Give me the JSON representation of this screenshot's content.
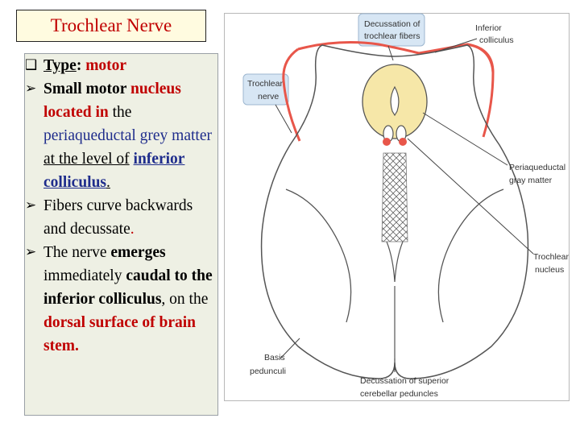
{
  "title": "Trochlear Nerve",
  "bullets": {
    "type_label": "Type",
    "type_colon": ":",
    "type_value": "motor",
    "b1_p1": "Small motor ",
    "b1_p2": "nucleus",
    "b1_p3": "located in ",
    "b1_p4": "the",
    "b1_p5": "periaqueductal grey matter",
    "b1_p6": "at the level of",
    "b1_p7": "inferior colliculus",
    "b1_p8": ".",
    "b2_p1": "Fibers curve backwards and decussate",
    "b2_p2": ".",
    "b3_p1": "The nerve ",
    "b3_p2": "emerges",
    "b3_p3": " immediately ",
    "b3_p4": "caudal to the inferior colliculus",
    "b3_p5": ", on the ",
    "b3_p6": "dorsal surface of brain stem."
  },
  "diagram": {
    "labels": {
      "decussation_fibers_1": "Decussation of",
      "decussation_fibers_2": "trochlear fibers",
      "inferior_colliculus_1": "Inferior",
      "inferior_colliculus_2": "colliculus",
      "trochlear_nerve_1": "Trochlear",
      "trochlear_nerve_2": "nerve",
      "periaqueductal_1": "Periaqueductal",
      "periaqueductal_2": "gray matter",
      "trochlear_nucleus_1": "Trochlear",
      "trochlear_nucleus_2": "nucleus",
      "basis_1": "Basis",
      "basis_2": "pedunculi",
      "sup_cerebellar_1": "Decussation of superior",
      "sup_cerebellar_2": "cerebellar peduncles"
    },
    "colors": {
      "nerve": "#e8564a",
      "gray_matter": "#f6e7a8",
      "label_box": "#d7e6f4",
      "outline": "#555555"
    }
  }
}
